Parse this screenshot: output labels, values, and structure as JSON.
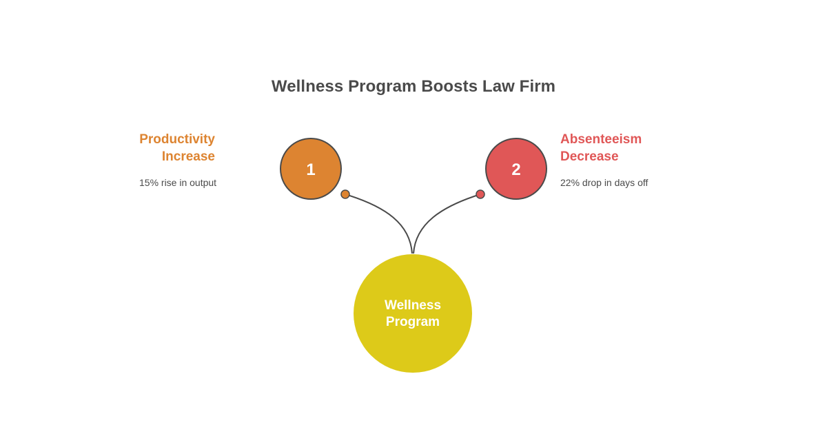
{
  "title": "Wellness Program Boosts Law Firm",
  "center": {
    "line1": "Wellness",
    "line2": "Program",
    "color": "#ddca19"
  },
  "nodes": [
    {
      "number": "1",
      "heading_line1": "Productivity",
      "heading_line2": "Increase",
      "description": "15% rise in output",
      "color": "#dd8431"
    },
    {
      "number": "2",
      "heading_line1": "Absenteeism",
      "heading_line2": "Decrease",
      "description": "22% drop in days off",
      "color": "#e05757"
    }
  ],
  "colors": {
    "outline": "#4a4a4a",
    "text": "#4a4a4a"
  }
}
